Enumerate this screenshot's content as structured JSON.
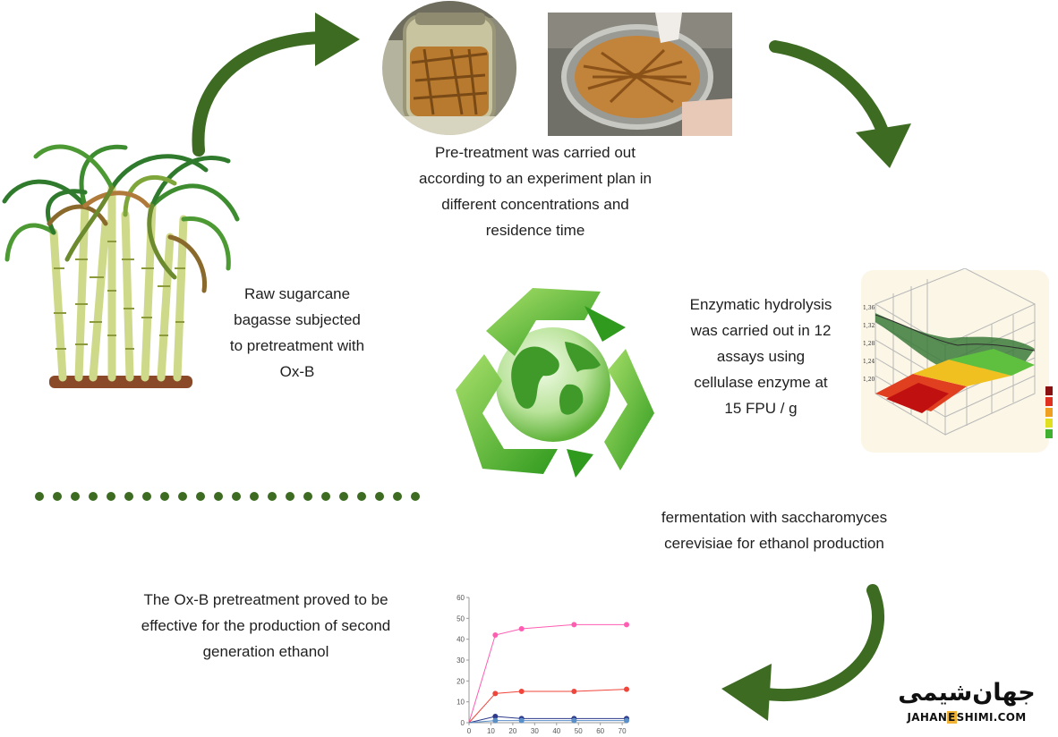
{
  "captions": {
    "raw": [
      "Raw sugarcane",
      "bagasse subjected",
      "to pretreatment with",
      "Ox-B"
    ],
    "pretreatment": [
      "Pre-treatment was carried out",
      "according to an experiment plan in",
      "different concentrations and",
      "residence time"
    ],
    "hydrolysis": [
      "Enzymatic hydrolysis",
      "was carried out in 12",
      "assays using",
      "cellulase enzyme at",
      "15 FPU / g"
    ],
    "fermentation": [
      "fermentation with saccharomyces",
      "cerevisiae for ethanol production"
    ],
    "conclusion": [
      "The Ox-B pretreatment proved to be",
      "effective for the production of second",
      "generation ethanol"
    ]
  },
  "logo": {
    "persian": "جهان‌شیمی",
    "latin_prefix": "JAHAN",
    "latin_highlight": "E",
    "latin_suffix": "SHIMI.COM"
  },
  "colors": {
    "arrow": "#3d6b22",
    "dots": "#3d6b22",
    "recycle": "#4fb52d",
    "pink": "#ff5db1",
    "red": "#f0453a",
    "navy": "#2e3a8c"
  },
  "icons": {
    "sugarcane": "sugarcane-plant",
    "jar": "pretreatment-jar-photo",
    "sieve": "sieve-photo",
    "recycle": "recycle-globe-icon",
    "surface": "response-surface-plot"
  },
  "chart_data": {
    "type": "line",
    "x": [
      0,
      12,
      24,
      48,
      72
    ],
    "xticks": [
      "0",
      "10",
      "20",
      "30",
      "40",
      "50",
      "60",
      "70"
    ],
    "yticks": [
      "0",
      "10",
      "20",
      "30",
      "40",
      "50",
      "60"
    ],
    "ylim": [
      0,
      60
    ],
    "xlim": [
      0,
      72
    ],
    "series": [
      {
        "color": "#ff5db1",
        "values": [
          0,
          42,
          45,
          47,
          47
        ]
      },
      {
        "color": "#f0453a",
        "values": [
          0,
          14,
          15,
          15,
          16
        ]
      },
      {
        "color": "#2e3a8c",
        "values": [
          0,
          3,
          2,
          2,
          2
        ]
      },
      {
        "color": "#5a8fc8",
        "values": [
          0,
          1,
          1,
          1,
          1
        ]
      }
    ]
  }
}
